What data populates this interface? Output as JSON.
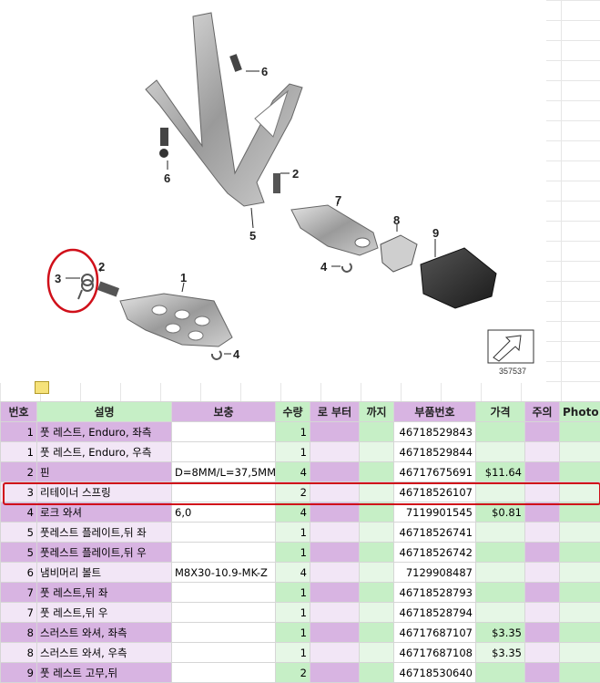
{
  "diagram": {
    "callouts": [
      "6",
      "6",
      "2",
      "7",
      "5",
      "8",
      "9",
      "3",
      "2",
      "1",
      "4",
      "4"
    ],
    "image_number": "357537"
  },
  "table": {
    "headers": [
      "번호",
      "설명",
      "보충",
      "수량",
      "로 부터",
      "까지",
      "부품번호",
      "가격",
      "주의",
      "Photo"
    ],
    "rows": [
      {
        "no": "1",
        "desc": "풋 레스트, Enduro, 좌측",
        "supp": "",
        "qty": "1",
        "from": "",
        "to": "",
        "pn": "46718529843",
        "price": "",
        "note": "",
        "photo": ""
      },
      {
        "no": "1",
        "desc": "풋 레스트, Enduro, 우측",
        "supp": "",
        "qty": "1",
        "from": "",
        "to": "",
        "pn": "46718529844",
        "price": "",
        "note": "",
        "photo": ""
      },
      {
        "no": "2",
        "desc": "핀",
        "supp": "D=8MM/L=37,5MM",
        "qty": "4",
        "from": "",
        "to": "",
        "pn": "46717675691",
        "price": "$11.64",
        "note": "",
        "photo": ""
      },
      {
        "no": "3",
        "desc": "리테이너 스프링",
        "supp": "",
        "qty": "2",
        "from": "",
        "to": "",
        "pn": "46718526107",
        "price": "",
        "note": "",
        "photo": ""
      },
      {
        "no": "4",
        "desc": "로크 와셔",
        "supp": "6,0",
        "qty": "4",
        "from": "",
        "to": "",
        "pn": "7119901545",
        "price": "$0.81",
        "note": "",
        "photo": ""
      },
      {
        "no": "5",
        "desc": "풋레스트 플레이트,뒤 좌",
        "supp": "",
        "qty": "1",
        "from": "",
        "to": "",
        "pn": "46718526741",
        "price": "",
        "note": "",
        "photo": ""
      },
      {
        "no": "5",
        "desc": "풋레스트 플레이트,뒤 우",
        "supp": "",
        "qty": "1",
        "from": "",
        "to": "",
        "pn": "46718526742",
        "price": "",
        "note": "",
        "photo": ""
      },
      {
        "no": "6",
        "desc": "냄비머리 볼트",
        "supp": "M8X30-10.9-MK-Z",
        "qty": "4",
        "from": "",
        "to": "",
        "pn": "7129908487",
        "price": "",
        "note": "",
        "photo": ""
      },
      {
        "no": "7",
        "desc": "풋 레스트,뒤 좌",
        "supp": "",
        "qty": "1",
        "from": "",
        "to": "",
        "pn": "46718528793",
        "price": "",
        "note": "",
        "photo": ""
      },
      {
        "no": "7",
        "desc": "풋 레스트,뒤 우",
        "supp": "",
        "qty": "1",
        "from": "",
        "to": "",
        "pn": "46718528794",
        "price": "",
        "note": "",
        "photo": ""
      },
      {
        "no": "8",
        "desc": "스러스트 와셔, 좌측",
        "supp": "",
        "qty": "1",
        "from": "",
        "to": "",
        "pn": "46717687107",
        "price": "$3.35",
        "note": "",
        "photo": ""
      },
      {
        "no": "8",
        "desc": "스러스트 와셔, 우측",
        "supp": "",
        "qty": "1",
        "from": "",
        "to": "",
        "pn": "46717687108",
        "price": "$3.35",
        "note": "",
        "photo": ""
      },
      {
        "no": "9",
        "desc": "풋 레스트 고무,뒤",
        "supp": "",
        "qty": "2",
        "from": "",
        "to": "",
        "pn": "46718530640",
        "price": "",
        "note": "",
        "photo": ""
      }
    ]
  },
  "colors": {
    "purple": "#d8b4e2",
    "purple_light": "#f2e6f6",
    "green": "#c6efc6",
    "green_light": "#e6f7e6",
    "highlight": "#d0101a"
  }
}
